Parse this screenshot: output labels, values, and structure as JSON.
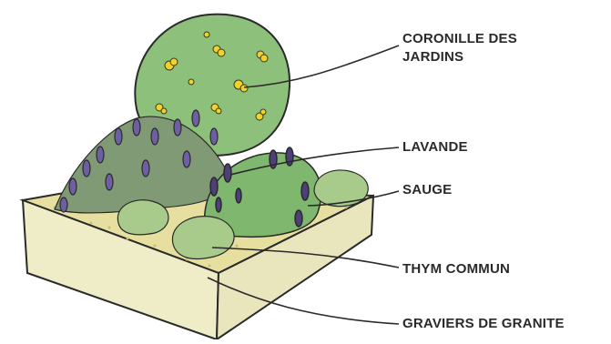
{
  "labels": {
    "coronille": "CORONILLE DES\nJARDINS",
    "lavande": "LAVANDE",
    "sauge": "SAUGE",
    "thym": "THYM COMMUN",
    "graviers": "GRAVIERS DE GRANITE"
  },
  "colors": {
    "planter": "#efecc8",
    "gravel": "#e6dfa0",
    "coronille": "#8dc07a",
    "flowers_yellow": "#f0d22a",
    "lavender": "#6e5fa3",
    "sage": "#7fb76f",
    "thyme": "#a8ca8a",
    "ink": "#2a2a2a"
  }
}
